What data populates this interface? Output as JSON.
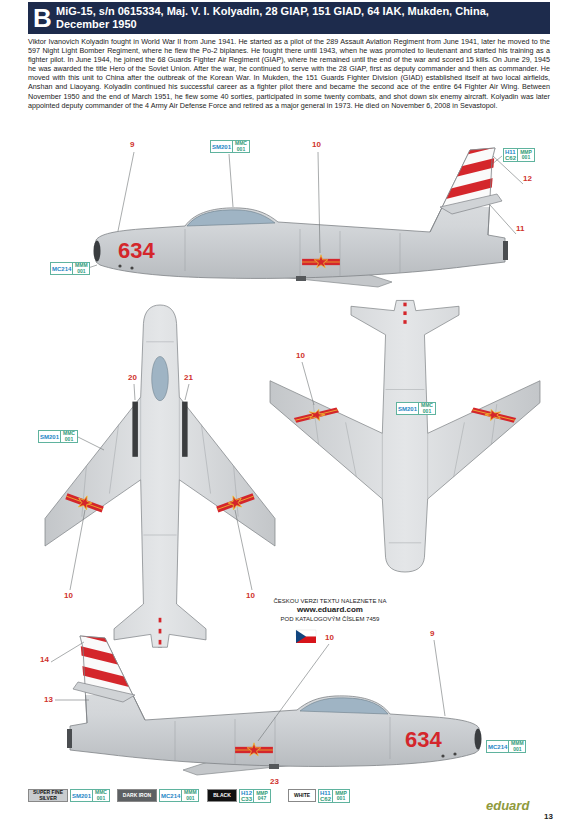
{
  "diagram": {
    "nodes": [
      {
        "text": [
          "B",
          "MiG-15, s/n 0615334, Maj. V. I. Kolyadin, 28 GIAP, 151 GIAD, 64 IAK, Mukden, China, December 1950"
        ]
      },
      {
        "text": [
          "SM201",
          "MMC 001"
        ]
      },
      {
        "text": [
          "H11",
          "C62",
          "MMP 001"
        ]
      },
      {
        "text": [
          "MC214",
          "MMM 001"
        ]
      },
      {
        "text": [
          "SM201",
          "MMC 001"
        ]
      },
      {
        "text": [
          "SM201",
          "MMC 001"
        ]
      },
      {
        "text": [
          "MC214",
          "MMM 001"
        ]
      },
      {
        "text": [
          "SM201",
          "MMC 001"
        ]
      },
      {
        "text": [
          "MC214",
          "MMM 001"
        ]
      },
      {
        "text": [
          "H12",
          "C33",
          "MMP 047"
        ]
      },
      {
        "text": [
          "H11",
          "C62",
          "MMP 001"
        ]
      }
    ],
    "labels": [
      "Viktor Ivanovich Kolyadin fought in World War II from June 1941. He started as a pilot of the 289 Assault Aviation Regiment from June 1941, later he moved to the 597 Night Light Bomber Regiment, where he flew the Po-2 biplanes. He fought there until 1943, when he was promoted to lieutenant and started his training as a fighter pilot. In June 1944, he joined the 68 Guards Fighter Air Regiment (GIAP), where he remained until the end of the war and scored 15 kills. On June 29, 1945 he was awarded the title Hero of the Soviet Union. After the war, he continued to serve with the 28 GIAP, first as deputy commander and then as commander. He moved with this unit to China after the outbreak of the Korean War. In Mukden, the 151 Guards Fighter Division (GIAD) established itself at two local airfields, Anshan and Liaoyang. Kolyadin continued his successful career as a fighter pilot there and became the second ace of the entire 64 Fighter Air Wing. Between November 1950 and the end of March 1951, he flew some 40 sorties, participated in some twenty combats, and shot down six enemy aircraft. Kolyadin was later appointed deputy commander of the 4 Army Air Defense Force and retired as a major general in 1973. He died on November 6, 2008 in Sevastopol.",
      "9",
      "10",
      "12",
      "11",
      "634",
      "20",
      "21",
      "10",
      "10",
      "10",
      "ČESKOU VERZI TEXTU NALEZNETE NA",
      "www.eduard.com",
      "POD KATALOGOVÝM ČÍSLEM 7459",
      "14",
      "13",
      "10",
      "9",
      "634",
      "23",
      "eduard",
      "13"
    ],
    "legend": [
      {
        "text": "SUPER FINE SILVER",
        "color": "#c9cccf"
      },
      {
        "text": "DARK IRON",
        "color": "#5d6063"
      },
      {
        "text": "BLACK",
        "color": "#111111"
      },
      {
        "text": "WHITE",
        "color": "#ffffff"
      }
    ]
  }
}
